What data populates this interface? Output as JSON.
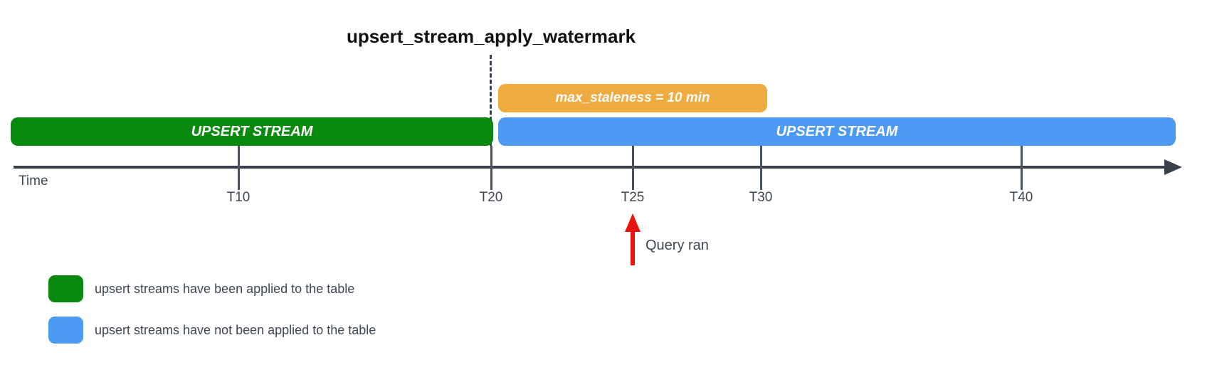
{
  "title": "upsert_stream_apply_watermark",
  "colors": {
    "applied_green": "#098A0F",
    "pending_blue": "#4D9AF4",
    "staleness_orange": "#EEAB40",
    "query_red": "#E7150C",
    "axis_dark": "#39414D",
    "label_gray": "#3E4752"
  },
  "bars": {
    "staleness": {
      "label": "max_staleness = 10 min"
    },
    "applied": {
      "label": "UPSERT STREAM"
    },
    "pending": {
      "label": "UPSERT STREAM"
    }
  },
  "axis": {
    "label": "Time",
    "ticks": [
      {
        "label": "T10"
      },
      {
        "label": "T20"
      },
      {
        "label": "T25"
      },
      {
        "label": "T30"
      },
      {
        "label": "T40"
      }
    ]
  },
  "annotation": {
    "label": "Query ran"
  },
  "legend": {
    "items": [
      {
        "color": "#098A0F",
        "label": "upsert streams have been applied to the table"
      },
      {
        "color": "#4D9AF4",
        "label": "upsert streams have not been applied to the table"
      }
    ]
  }
}
